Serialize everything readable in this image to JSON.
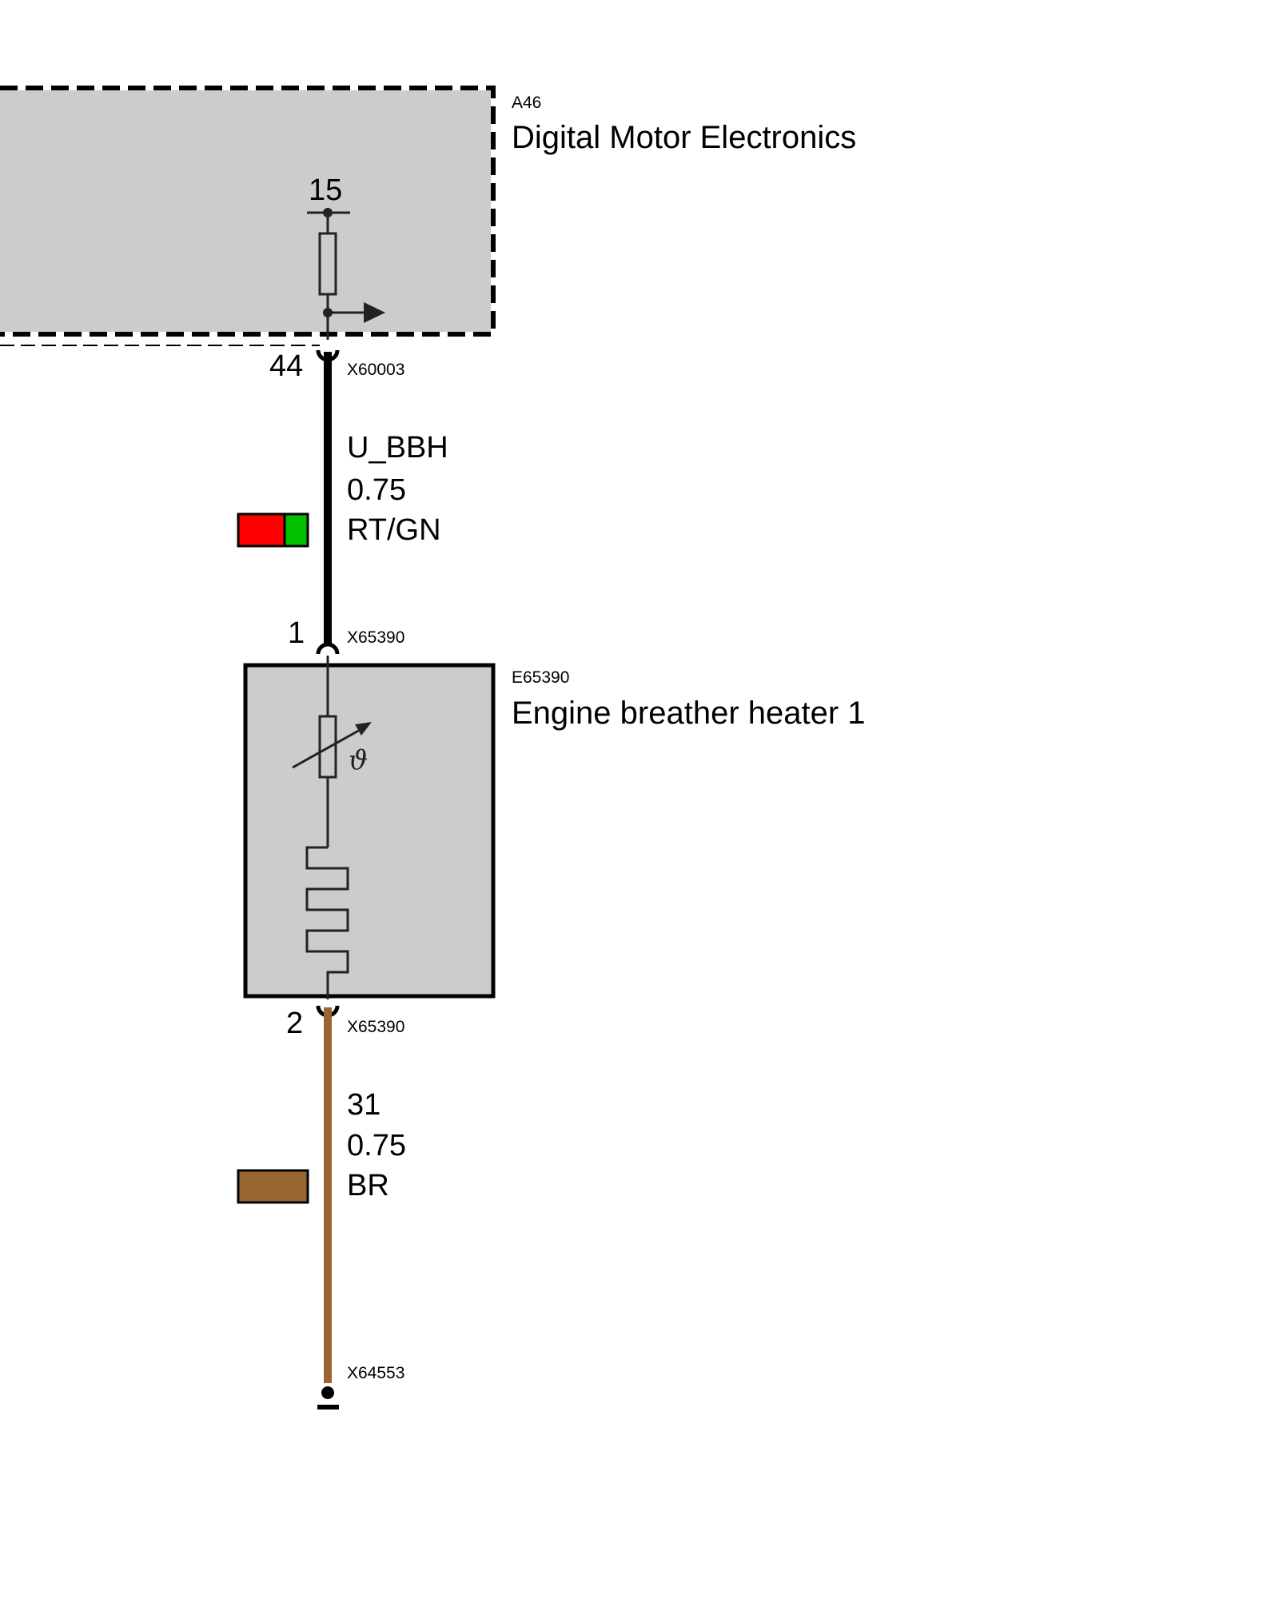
{
  "modules": {
    "dme": {
      "ref": "A46",
      "name": "Digital Motor Electronics",
      "terminal": "15",
      "pin": "44",
      "connector": "X60003",
      "fill": "#cccccc"
    },
    "heater": {
      "ref": "E65390",
      "name": "Engine breather heater 1",
      "pin_top": "1",
      "pin_bottom": "2",
      "connector_top": "X65390",
      "connector_bottom": "X65390",
      "fill": "#cccccc",
      "temp_symbol": "ϑ"
    }
  },
  "wires": {
    "supply": {
      "signal": "U_BBH",
      "cross_section": "0.75",
      "color_code": "RT/GN",
      "colors": [
        "#ff0000",
        "#00c000"
      ],
      "wire_color": "#000000"
    },
    "ground": {
      "signal": "31",
      "cross_section": "0.75",
      "color_code": "BR",
      "colors": [
        "#996633"
      ],
      "wire_color": "#996633"
    }
  },
  "ground_point": {
    "connector": "X64553"
  }
}
